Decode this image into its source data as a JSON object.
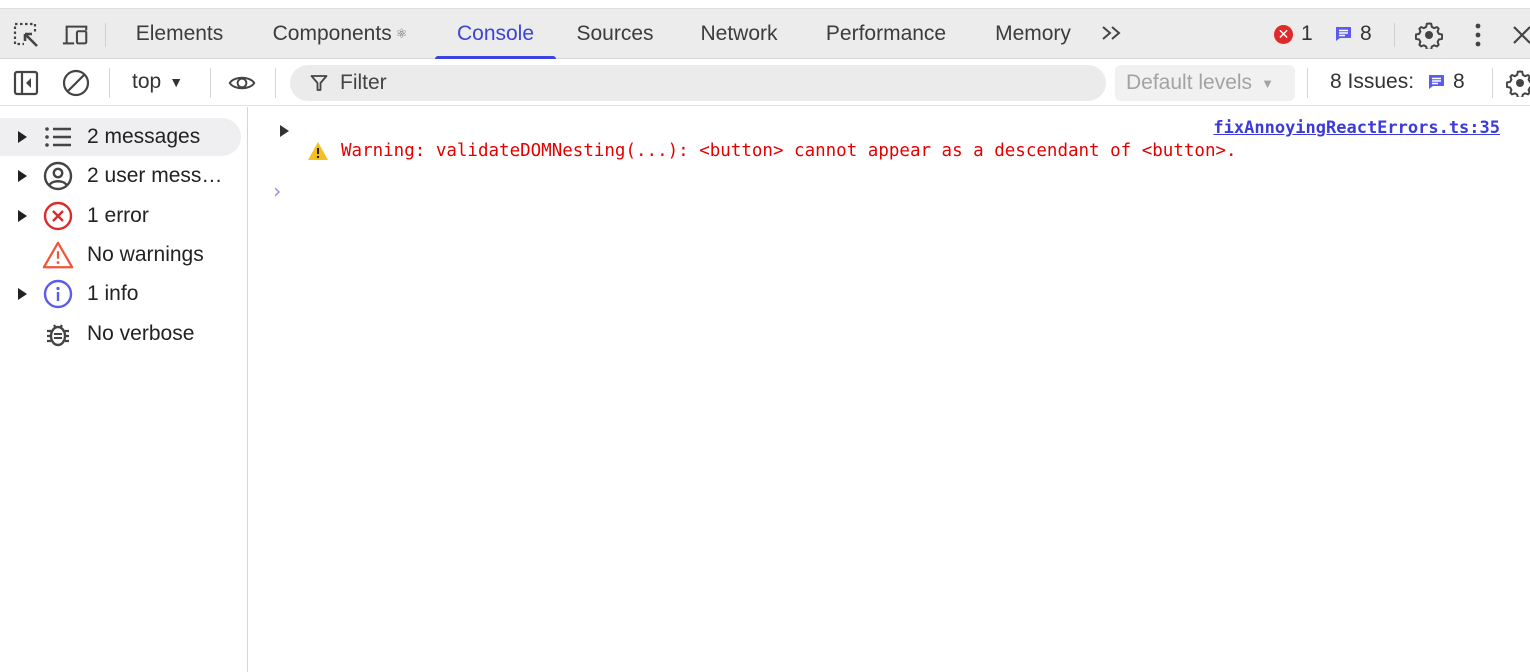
{
  "tabs": [
    {
      "label": "Elements",
      "active": false
    },
    {
      "label": "Components",
      "suffix_icon": "react-atom-icon",
      "active": false
    },
    {
      "label": "Console",
      "active": true
    },
    {
      "label": "Sources",
      "active": false
    },
    {
      "label": "Network",
      "active": false
    },
    {
      "label": "Performance",
      "active": false
    },
    {
      "label": "Memory",
      "active": false
    }
  ],
  "tabbar": {
    "react_glyph": "⚛",
    "overflow_glyph": "»",
    "error_count": "1",
    "error_glyph": "✕",
    "issue_count": "8"
  },
  "toolbar": {
    "context": "top",
    "caret": "▼",
    "filter_placeholder": "Filter",
    "filter_value": "",
    "levels": "Default levels",
    "issues_label": "8 Issues:",
    "issues_count": "8"
  },
  "sidebar": {
    "items": [
      {
        "label": "2 messages",
        "icon": "list-icon",
        "expandable": true,
        "selected": true
      },
      {
        "label": "2 user mess…",
        "icon": "user-icon",
        "expandable": true,
        "selected": false
      },
      {
        "label": "1 error",
        "icon": "error-icon",
        "expandable": true,
        "selected": false
      },
      {
        "label": "No warnings",
        "icon": "warning-icon",
        "expandable": false,
        "selected": false
      },
      {
        "label": "1 info",
        "icon": "info-icon",
        "expandable": true,
        "selected": false
      },
      {
        "label": "No verbose",
        "icon": "bug-icon",
        "expandable": false,
        "selected": false
      }
    ]
  },
  "console": {
    "messages": [
      {
        "level": "warning",
        "source": "fixAnnoyingReactErrors.ts:35",
        "text": "Warning: validateDOMNesting(...): <button> cannot appear as a descendant of <button>."
      }
    ],
    "prompt_glyph": "›"
  },
  "colors": {
    "accent": "#3b44e0",
    "error": "#dd2a2a",
    "warning_text": "#e50000",
    "warning_icon": "#f5bf1f",
    "info": "#5b5bf0",
    "link": "#3b3bd8"
  }
}
